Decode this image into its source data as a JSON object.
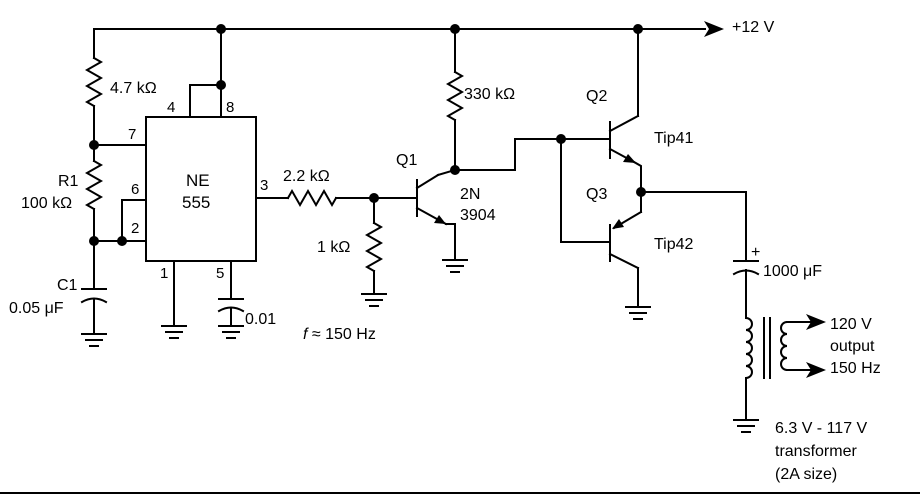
{
  "supply": {
    "label": "+12 V"
  },
  "ic": {
    "line1": "NE",
    "line2": "555",
    "pins": [
      "4",
      "8",
      "7",
      "6",
      "2",
      "3",
      "1",
      "5"
    ]
  },
  "resistors": {
    "r_top_left": "4.7 kΩ",
    "r1_name": "R1",
    "r1_value": "100 kΩ",
    "r_base": "2.2 kΩ",
    "r_pulldown": "1 kΩ",
    "r_collector": "330 kΩ"
  },
  "capacitors": {
    "c1_name": "C1",
    "c1_value": "0.05 μF",
    "c_ctrl": "0.01",
    "c_out": "1000 μF",
    "c_out_polarity": "+"
  },
  "transistors": {
    "q1_name": "Q1",
    "q1_part_line1": "2N",
    "q1_part_line2": "3904",
    "q2_name": "Q2",
    "q2_part": "Tip41",
    "q3_name": "Q3",
    "q3_part": "Tip42"
  },
  "frequency": {
    "symbol": "f",
    "value": "≈ 150 Hz"
  },
  "output": {
    "line1": "120 V",
    "line2": "output",
    "line3": "150 Hz"
  },
  "transformer": {
    "line1": "6.3 V - 117 V",
    "line2": "transformer",
    "line3": "(2A size)"
  }
}
